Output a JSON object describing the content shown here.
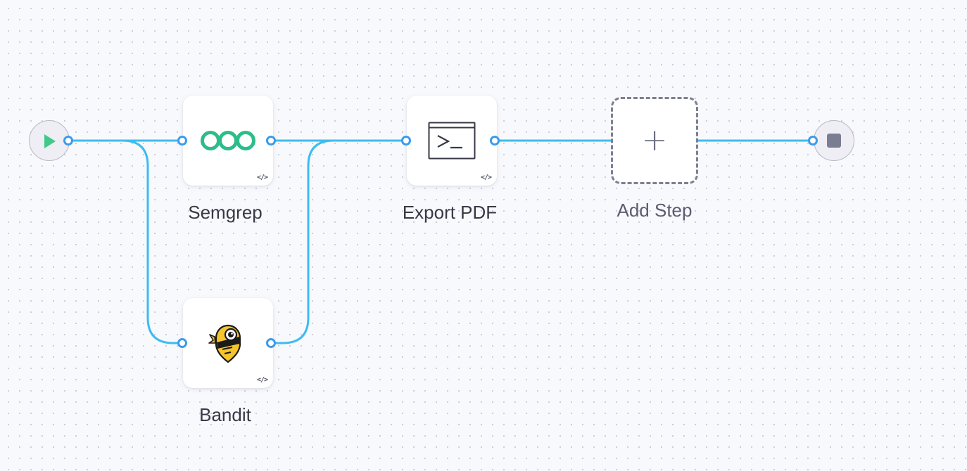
{
  "pipeline": {
    "start": {
      "icon": "play-icon",
      "color": "#42c98a"
    },
    "end": {
      "icon": "stop-icon",
      "color": "#7b7d92"
    },
    "wire_color": "#3dbcf0",
    "port_color": "#3d9bea",
    "steps": [
      {
        "id": "semgrep",
        "label": "Semgrep",
        "icon": "semgrep-logo-icon",
        "icon_color": "#2dbd8a"
      },
      {
        "id": "bandit",
        "label": "Bandit",
        "icon": "bandit-logo-icon",
        "icon_color": "#f6c42b"
      },
      {
        "id": "export-pdf",
        "label": "Export PDF",
        "icon": "terminal-icon"
      }
    ],
    "yaml_badge": "</>",
    "add_step": {
      "label": "Add Step",
      "icon": "plus-icon",
      "symbol": "+"
    }
  }
}
